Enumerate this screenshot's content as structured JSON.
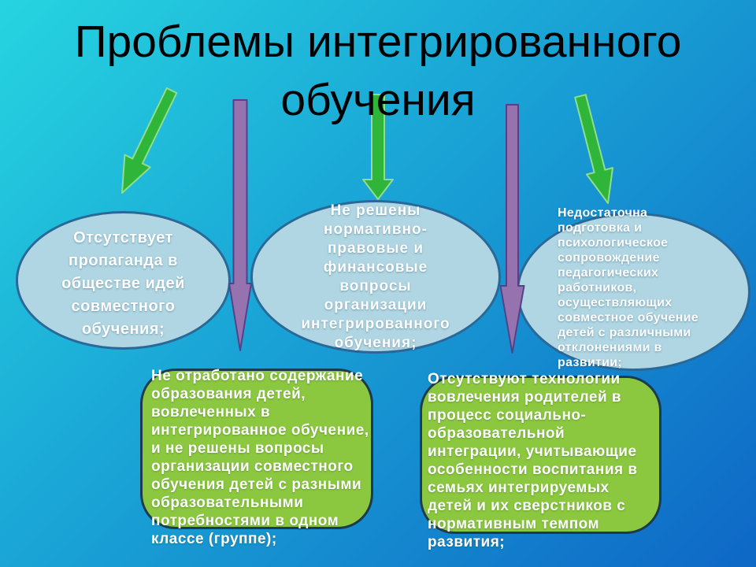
{
  "slide": {
    "title": "Проблемы интегрированного обучения"
  },
  "ellipses": [
    {
      "name": "no-propaganda",
      "lines": [
        "Отсутствует",
        "пропаганда в",
        "обществе идей",
        "совместного",
        "обучения;"
      ]
    },
    {
      "name": "legal-financial-issues",
      "lines": [
        "Не решены",
        "нормативно-",
        "правовые и",
        "финансовые",
        "вопросы",
        "организации",
        "интегрированного",
        "обучения;"
      ]
    },
    {
      "name": "teacher-training",
      "lines": [
        "Недостаточна",
        "подготовка и",
        "психологическое",
        "сопровождение",
        "педагогических",
        "работников,",
        "осуществляющих",
        "совместное обучение",
        "детей с различными",
        "отклонениями в",
        "развитии;"
      ]
    }
  ],
  "boxes": [
    {
      "name": "education-content",
      "lines": [
        "Не отработано содержание",
        "образования детей,",
        "вовлеченных в",
        "интегрированное обучение,",
        "и не решены вопросы",
        "организации совместного",
        "обучения детей с разными",
        "образовательными",
        "потребностями в одном",
        "классе (группе);"
      ]
    },
    {
      "name": "parent-involvement",
      "lines": [
        "Отсутствуют технологии",
        "вовлечения родителей в",
        "процесс социально-",
        "образовательной",
        "интеграции, учитывающие",
        "особенности воспитания в",
        "семьях интегрируемых",
        "детей и их сверстников с",
        "нормативным темпом",
        "развития;"
      ]
    }
  ],
  "colors": {
    "background_top": "#26d4e0",
    "background_bottom": "#0e67c6",
    "ellipse_fill": "#afd6e2",
    "ellipse_border": "#2a6898",
    "box_fill": "#8cc83f",
    "box_border": "#1d3b4e",
    "green_arrow": "#2eb53a",
    "green_arrow_outline": "#8ede8e",
    "purple_arrow": "#9673ae",
    "purple_arrow_outline": "#52428a",
    "title_color": "#000000",
    "text_color": "#ffffff"
  }
}
